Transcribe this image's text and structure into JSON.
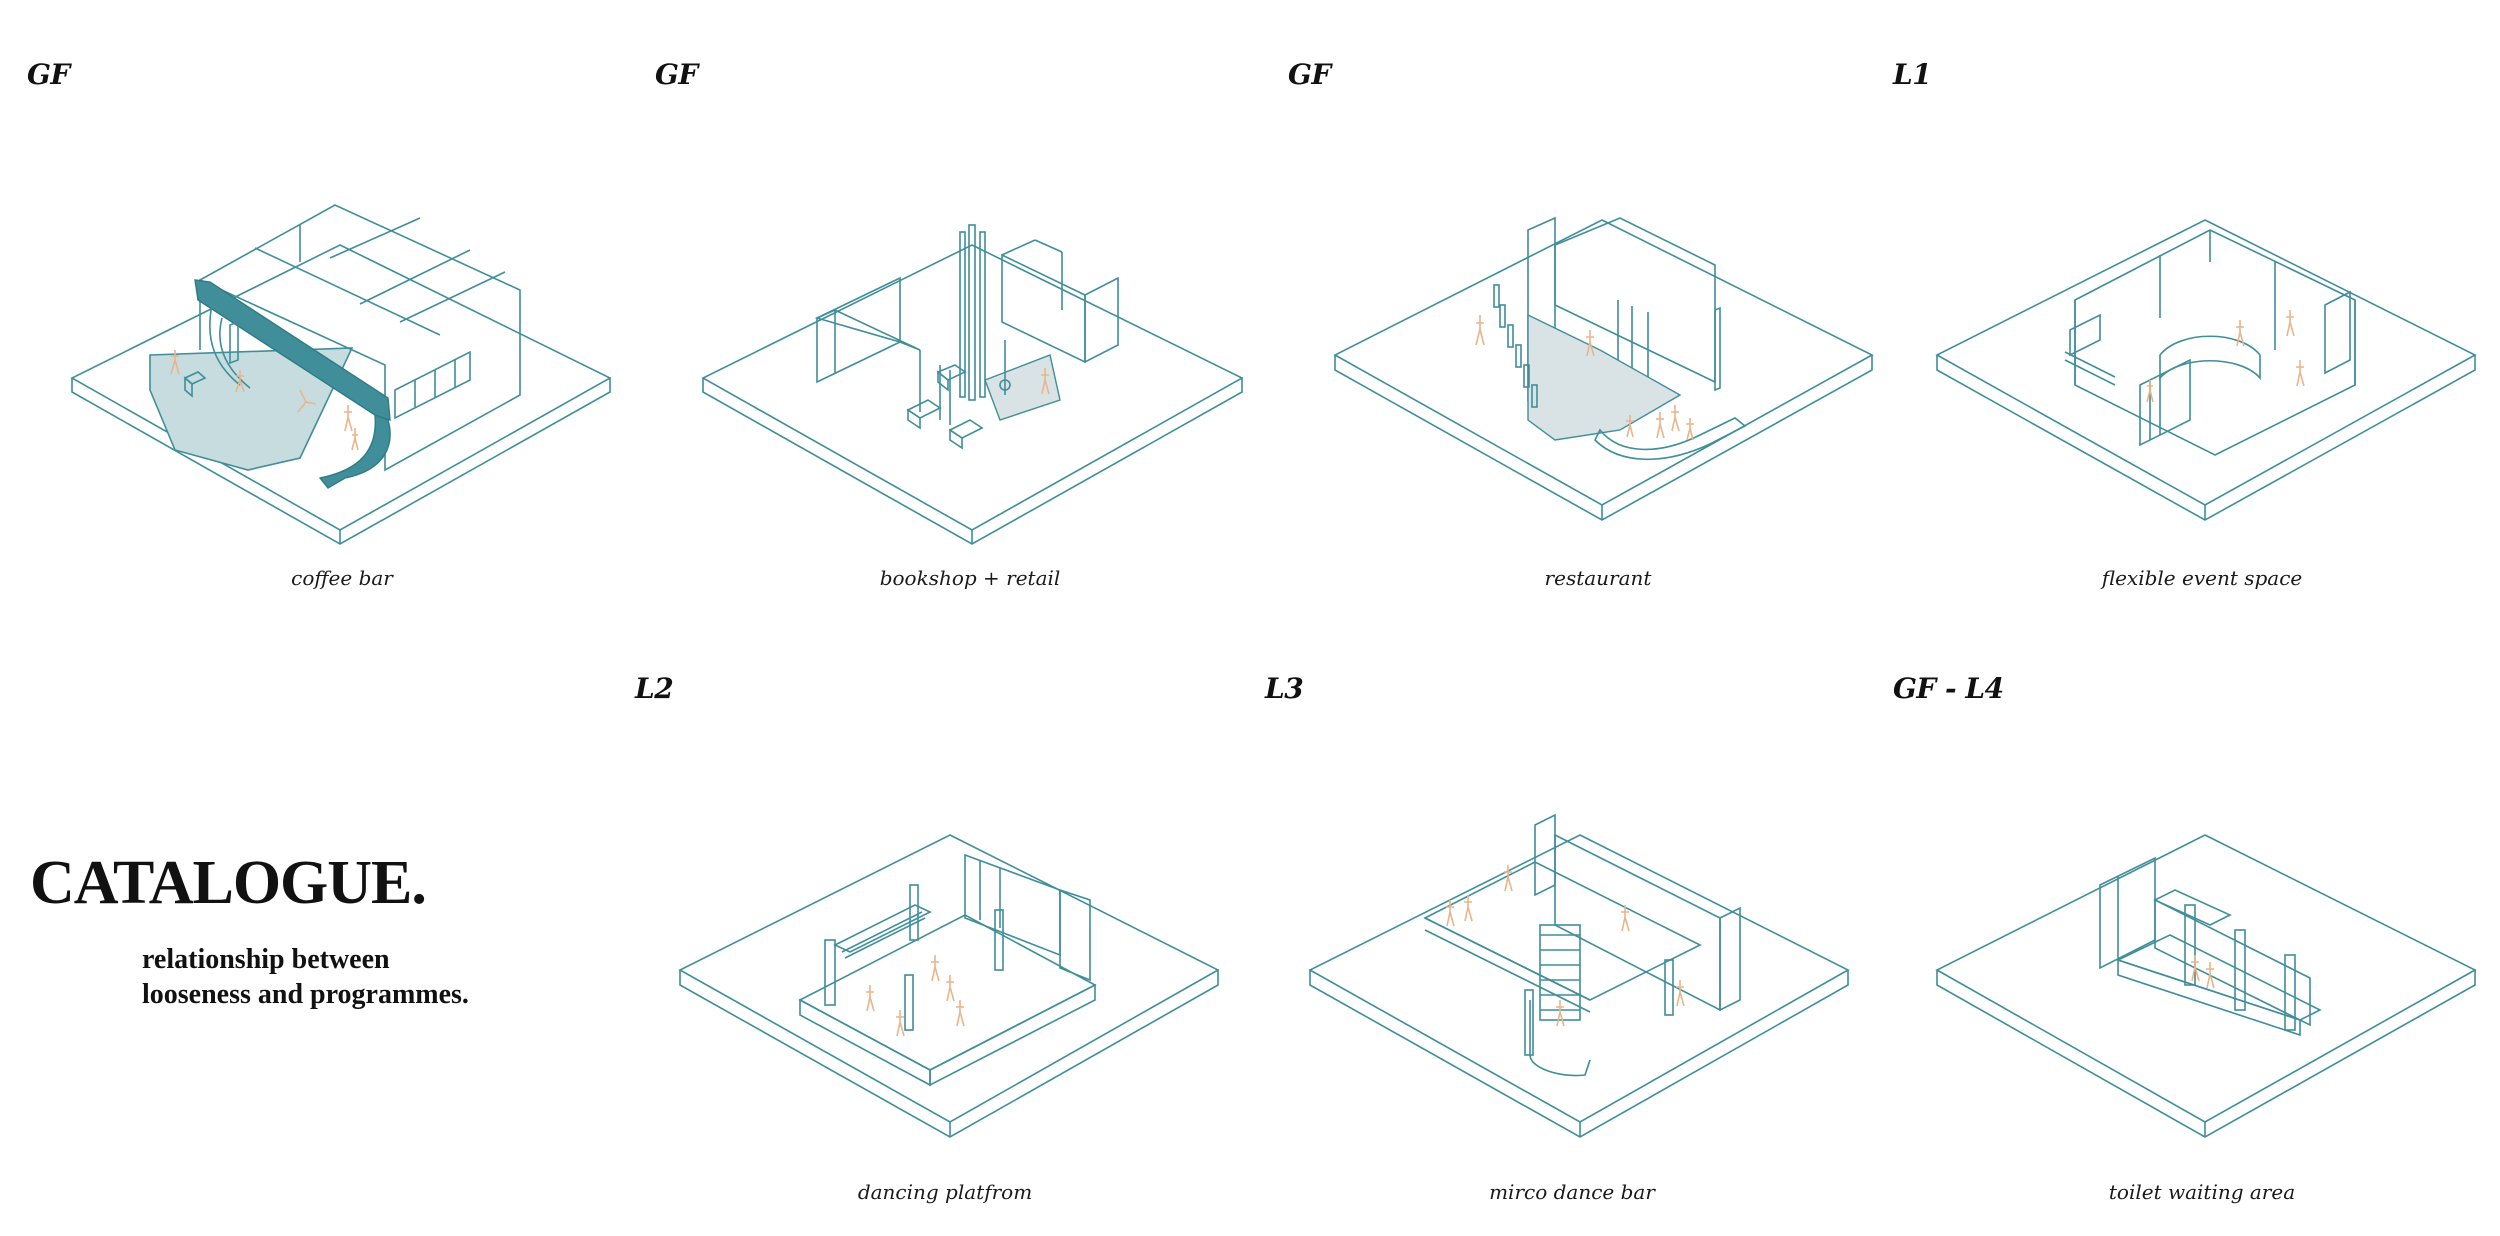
{
  "title": "CATALOGUE.",
  "subtitle_lines": [
    "relationship between",
    "looseness and programmes."
  ],
  "colors": {
    "line": "#3f8e99",
    "accent_fill": "#c6dcdf",
    "figures": "#eab48a",
    "text": "#111111"
  },
  "programmes": [
    {
      "level": "GF",
      "caption": "coffee bar"
    },
    {
      "level": "GF",
      "caption": "bookshop + retail"
    },
    {
      "level": "GF",
      "caption": "restaurant"
    },
    {
      "level": "L1",
      "caption": "flexible event space"
    },
    {
      "level": "L2",
      "caption": "dancing platfrom"
    },
    {
      "level": "L3",
      "caption": "mirco dance bar"
    },
    {
      "level": "GF - L4",
      "caption": "toilet waiting area"
    }
  ]
}
